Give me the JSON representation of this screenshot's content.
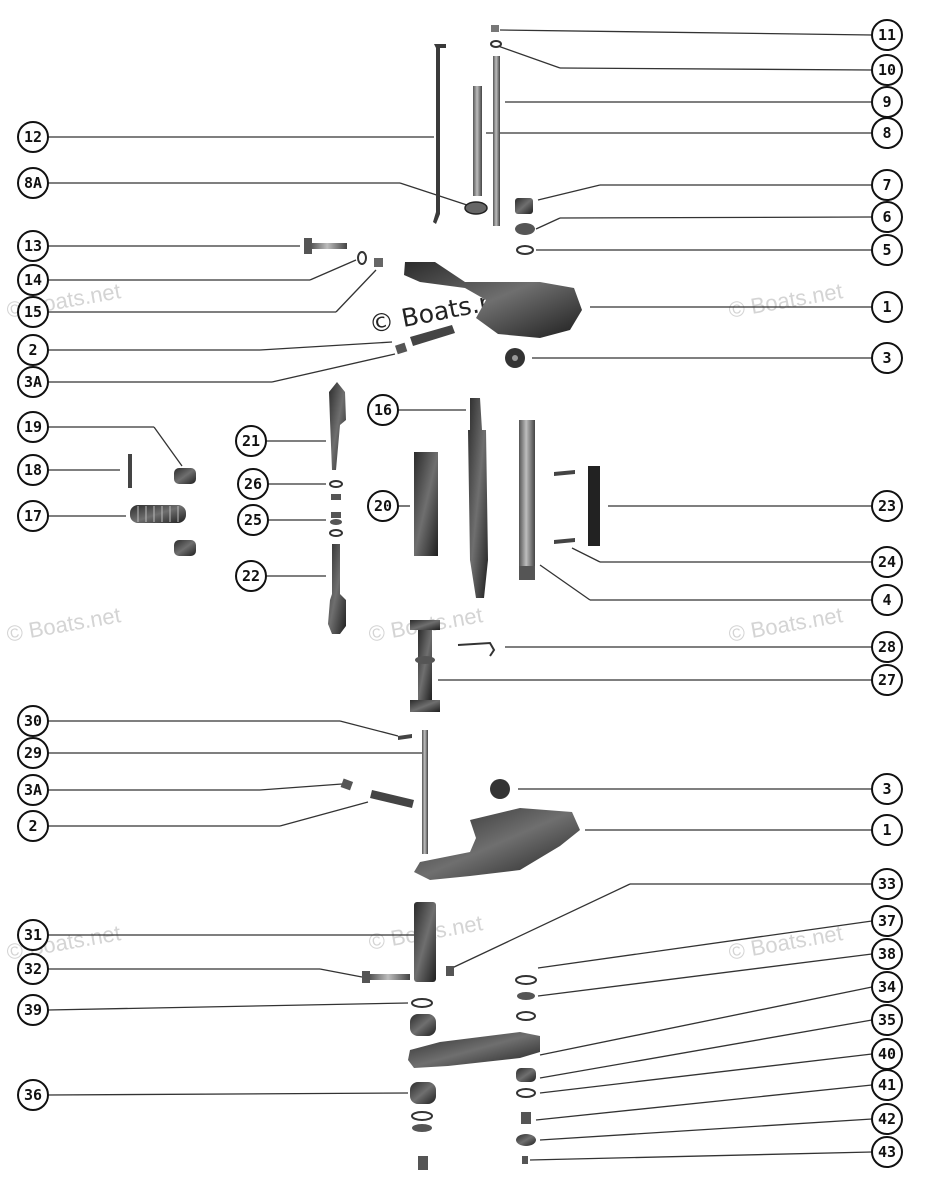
{
  "watermark_main": "© Boats.net",
  "watermark_faint": "© Boats.net",
  "callouts": {
    "c11": "11",
    "c10": "10",
    "c9": "9",
    "c8": "8",
    "c12": "12",
    "c8a": "8A",
    "c7": "7",
    "c6": "6",
    "c5": "5",
    "c13": "13",
    "c14": "14",
    "c15": "15",
    "c1_top": "1",
    "c2_top": "2",
    "c3a_top": "3A",
    "c3_top": "3",
    "c16": "16",
    "c19": "19",
    "c21": "21",
    "c18": "18",
    "c26": "26",
    "c20": "20",
    "c23": "23",
    "c17": "17",
    "c25": "25",
    "c24": "24",
    "c22": "22",
    "c4": "4",
    "c28": "28",
    "c27": "27",
    "c30": "30",
    "c29": "29",
    "c3a_bot": "3A",
    "c3_bot": "3",
    "c2_bot": "2",
    "c1_bot": "1",
    "c33": "33",
    "c31": "31",
    "c37": "37",
    "c32": "32",
    "c38": "38",
    "c39": "39",
    "c34": "34",
    "c35": "35",
    "c40": "40",
    "c36": "36",
    "c41": "41",
    "c42": "42",
    "c43": "43"
  }
}
